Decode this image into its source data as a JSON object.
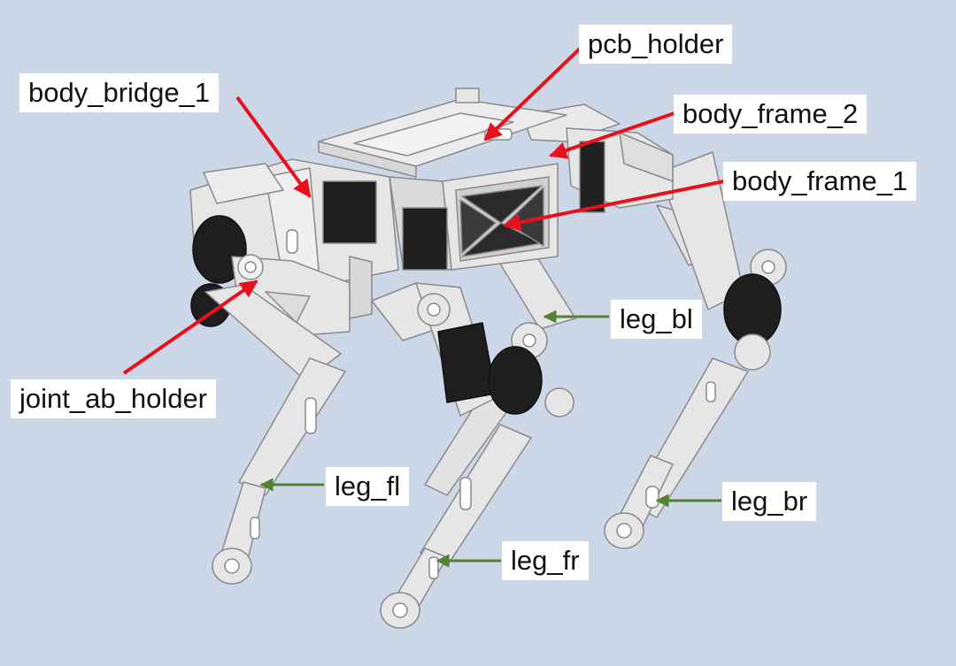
{
  "labels": {
    "pcb_holder": "pcb_holder",
    "body_bridge_1": "body_bridge_1",
    "body_frame_2": "body_frame_2",
    "body_frame_1": "body_frame_1",
    "leg_bl": "leg_bl",
    "joint_ab_holder": "joint_ab_holder",
    "leg_fl": "leg_fl",
    "leg_br": "leg_br",
    "leg_fr": "leg_fr"
  },
  "colors": {
    "background": "#ccd8e8",
    "part_body": "#e6e6e6",
    "part_edge": "#8a8a8a",
    "motor": "#1e1e1e",
    "arrow_red": "#e8101c",
    "arrow_green": "#548235"
  }
}
